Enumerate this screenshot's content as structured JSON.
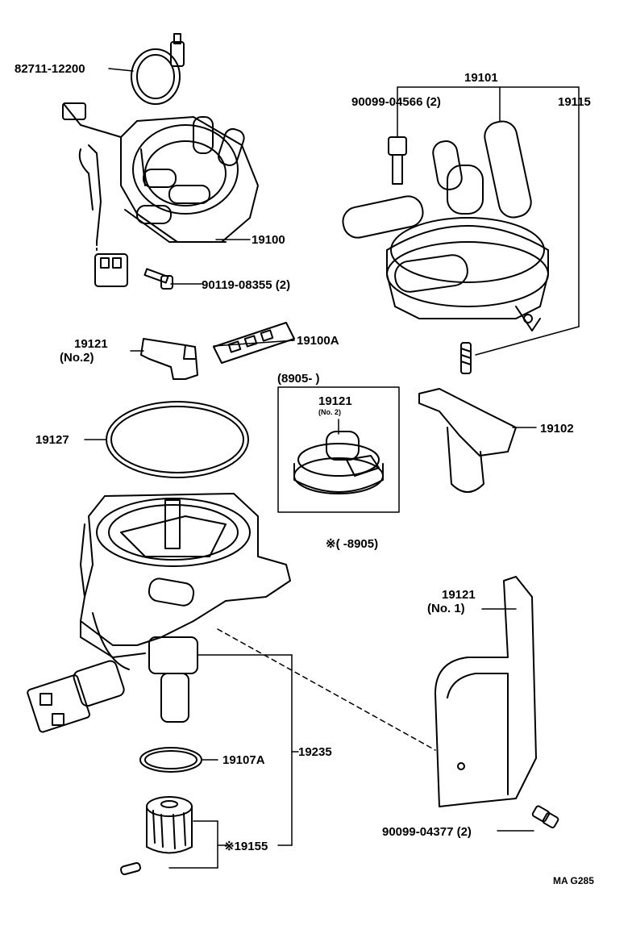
{
  "labels": {
    "p82711": "82711-12200",
    "p19101": "19101",
    "p90099_04566": "90099-04566 (2)",
    "p19115": "19115",
    "p19100": "19100",
    "p90119": "90119-08355 (2)",
    "p19121_no2_num": "19121",
    "p19121_no2_sub": "(No.2)",
    "p19100A": "19100A",
    "date_from": "(8905-      )",
    "inset_num": "19121",
    "inset_sub": "(No. 2)",
    "p19127": "19127",
    "p19102": "19102",
    "date_to": "※(      -8905)",
    "p19121_no1_num": "19121",
    "p19121_no1_sub": "(No. 1)",
    "p19107A": "19107A",
    "p19235": "19235",
    "p19155": "※19155",
    "p90099_04377": "90099-04377 (2)",
    "code": "MA G285"
  },
  "colors": {
    "ink": "#000000",
    "paper": "#ffffff"
  }
}
